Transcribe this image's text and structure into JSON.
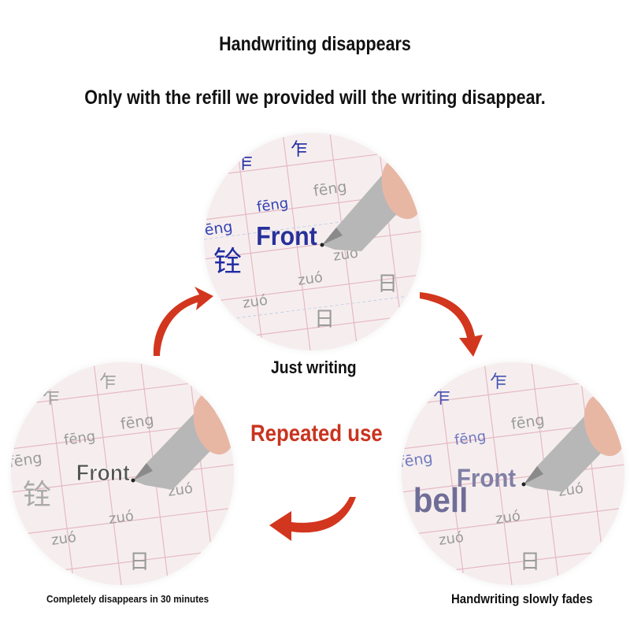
{
  "header": {
    "title": "Handwriting disappears",
    "subtitle": "Only with the refill we provided will the writing disappear."
  },
  "center_label": "Repeated use",
  "accent_color": "#c9341f",
  "steps": [
    {
      "caption": "Just writing",
      "written_word": "Front",
      "ink_color": "#27309a",
      "grid_text": [
        "fēng",
        "fēng",
        "fēng",
        "zuó",
        "zuó",
        "zuó",
        "铨",
        "乍",
        "日"
      ]
    },
    {
      "caption": "Handwriting slowly fades",
      "written_word": "Front",
      "extra_word": "bell",
      "ink_color": "#6f6d98",
      "grid_text": [
        "fēng",
        "fēng",
        "fēng",
        "zuó",
        "zuó",
        "zuó",
        "乍",
        "日"
      ]
    },
    {
      "caption": "Completely disappears in 30 minutes",
      "written_word": "Front",
      "ink_color": "#555555",
      "grid_text": [
        "fēng",
        "fēng",
        "fēng",
        "zuó",
        "zuó",
        "zuó",
        "铨",
        "乍",
        "日"
      ]
    }
  ],
  "icons": [
    "pen-icon",
    "arrow-curved-icon"
  ]
}
